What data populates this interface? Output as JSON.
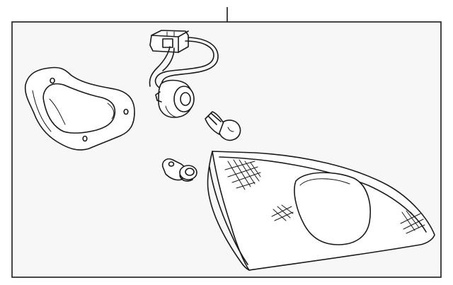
{
  "diagram": {
    "parts": [
      {
        "name": "inner-tail-lamp-assembly"
      },
      {
        "name": "mounting-gasket"
      },
      {
        "name": "bulb-socket-harness"
      },
      {
        "name": "wedge-bulb"
      },
      {
        "name": "retaining-clip"
      }
    ],
    "colors": {
      "line": "#1a1a1a",
      "fill": "#ffffff",
      "frame_bg": "#f7f7f7"
    }
  }
}
